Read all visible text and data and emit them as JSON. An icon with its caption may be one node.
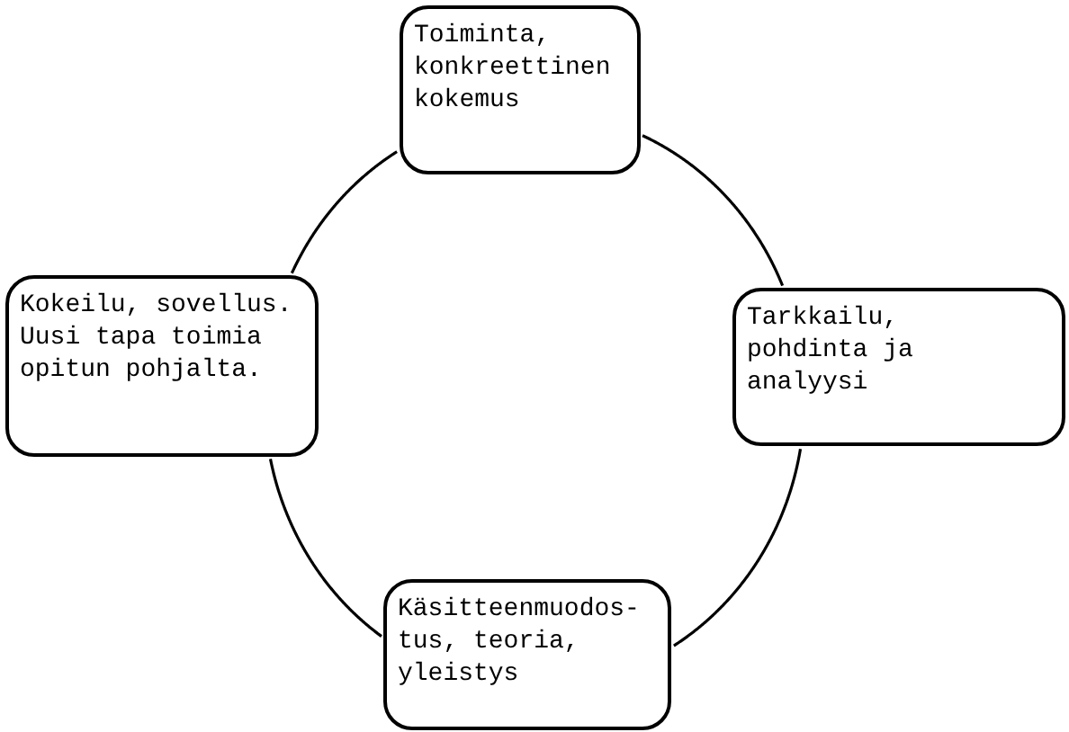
{
  "diagram": {
    "nodes": [
      {
        "text": [
          "Toiminta, konkreettinen kokemus"
        ]
      },
      {
        "text": [
          "Kokeilu, sovellus. Uusi tapa toimia opitun pohjalta."
        ]
      },
      {
        "text": [
          "Tarkkailu, pohdinta ja analyysi"
        ]
      },
      {
        "text": [
          "Käsitteenmuodos-tus, teoria, yleistys"
        ]
      }
    ],
    "edges": [
      {
        "from": 0,
        "to": 2,
        "arrow": "none"
      },
      {
        "from": 2,
        "to": 3,
        "arrow": "none"
      },
      {
        "from": 3,
        "to": 1,
        "arrow": "none"
      },
      {
        "from": 1,
        "to": 0,
        "arrow": "none"
      }
    ]
  }
}
